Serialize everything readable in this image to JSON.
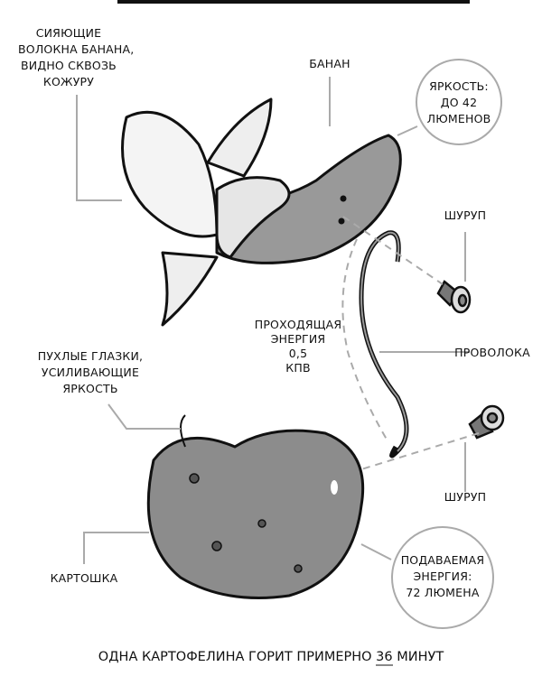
{
  "labels": {
    "banana_fibers": [
      "СИЯЮЩИЕ",
      "ВОЛОКНА БАНАНА,",
      "ВИДНО СКВОЗЬ",
      "КОЖУРУ"
    ],
    "banana": "БАНАН",
    "brightness": [
      "ЯРКОСТЬ:",
      "ДО 42",
      "ЛЮМЕНОВ"
    ],
    "screw_top": "ШУРУП",
    "energy_passing": [
      "ПРОХОДЯЩАЯ",
      "ЭНЕРГИЯ",
      "0,5",
      "КПВ"
    ],
    "wire": "ПРОВОЛОКА",
    "eyes": [
      "ПУХЛЫЕ ГЛАЗКИ,",
      "УСИЛИВАЮЩИЕ",
      "ЯРКОСТЬ"
    ],
    "screw_bottom": "ШУРУП",
    "potato": "КАРТОШКА",
    "energy_supplied": [
      "ПОДАВАЕМАЯ",
      "ЭНЕРГИЯ:",
      "72 ЛЮМЕНА"
    ]
  },
  "caption": {
    "before": "ОДНА КАРТОФЕЛИНА ГОРИТ ПРИМЕРНО ",
    "number": "36",
    "after": " МИНУТ"
  }
}
